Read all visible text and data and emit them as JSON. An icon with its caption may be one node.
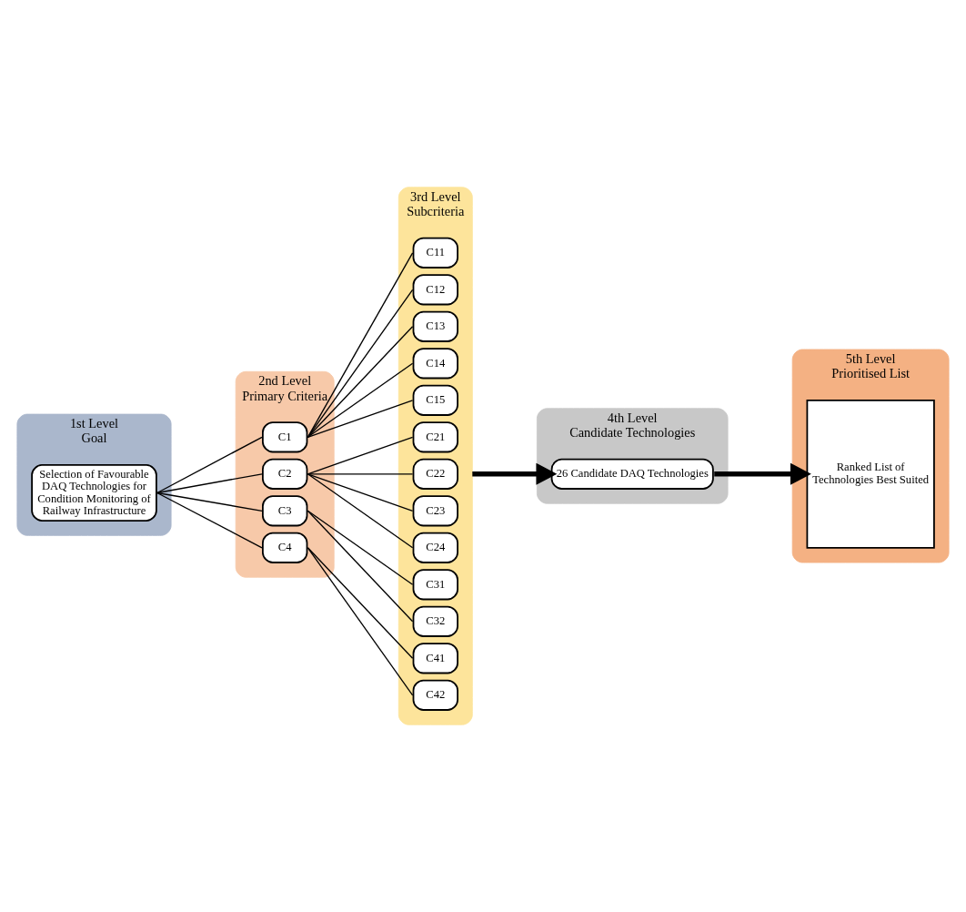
{
  "diagram": {
    "nodes": [
      {
        "text": [
          "1st Level",
          "Goal"
        ]
      },
      {
        "text": [
          "2nd Level",
          "Primary Criteria"
        ]
      },
      {
        "text": [
          "3rd Level",
          "Subcriteria"
        ]
      },
      {
        "text": [
          "4th Level",
          "Candidate Technologies"
        ]
      },
      {
        "text": [
          "5th Level",
          "Prioritised List"
        ]
      },
      {
        "text": [
          "Selection of Favourable DAQ Technologies for Condition Monitoring of Railway Infrastructure"
        ],
        "in": 0
      },
      {
        "text": [
          "C1"
        ],
        "in": 1
      },
      {
        "text": [
          "C2"
        ],
        "in": 1
      },
      {
        "text": [
          "C3"
        ],
        "in": 1
      },
      {
        "text": [
          "C4"
        ],
        "in": 1
      },
      {
        "text": [
          "C11"
        ],
        "in": 2
      },
      {
        "text": [
          "C12"
        ],
        "in": 2
      },
      {
        "text": [
          "C13"
        ],
        "in": 2
      },
      {
        "text": [
          "C14"
        ],
        "in": 2
      },
      {
        "text": [
          "C15"
        ],
        "in": 2
      },
      {
        "text": [
          "C21"
        ],
        "in": 2
      },
      {
        "text": [
          "C22"
        ],
        "in": 2
      },
      {
        "text": [
          "C23"
        ],
        "in": 2
      },
      {
        "text": [
          "C24"
        ],
        "in": 2
      },
      {
        "text": [
          "C31"
        ],
        "in": 2
      },
      {
        "text": [
          "C32"
        ],
        "in": 2
      },
      {
        "text": [
          "C41"
        ],
        "in": 2
      },
      {
        "text": [
          "C42"
        ],
        "in": 2
      },
      {
        "text": [
          "26 Candidate DAQ Technologies"
        ],
        "in": 3
      },
      {
        "text": [
          "Ranked List of Technologies Best Suited"
        ],
        "in": 4
      }
    ],
    "edges": [
      {
        "from": 5,
        "to": 6,
        "arrow": "none"
      },
      {
        "from": 5,
        "to": 7,
        "arrow": "none"
      },
      {
        "from": 5,
        "to": 8,
        "arrow": "none"
      },
      {
        "from": 5,
        "to": 9,
        "arrow": "none"
      },
      {
        "from": 6,
        "to": 10,
        "arrow": "none"
      },
      {
        "from": 6,
        "to": 11,
        "arrow": "none"
      },
      {
        "from": 6,
        "to": 12,
        "arrow": "none"
      },
      {
        "from": 6,
        "to": 13,
        "arrow": "none"
      },
      {
        "from": 6,
        "to": 14,
        "arrow": "none"
      },
      {
        "from": 7,
        "to": 15,
        "arrow": "none"
      },
      {
        "from": 7,
        "to": 16,
        "arrow": "none"
      },
      {
        "from": 7,
        "to": 17,
        "arrow": "none"
      },
      {
        "from": 7,
        "to": 18,
        "arrow": "none"
      },
      {
        "from": 8,
        "to": 19,
        "arrow": "none"
      },
      {
        "from": 8,
        "to": 20,
        "arrow": "none"
      },
      {
        "from": 9,
        "to": 21,
        "arrow": "none"
      },
      {
        "from": 9,
        "to": 22,
        "arrow": "none"
      },
      {
        "from": 2,
        "to": 23,
        "arrow": "to",
        "style": "thick"
      },
      {
        "from": 23,
        "to": 24,
        "arrow": "to",
        "style": "thick"
      }
    ]
  }
}
